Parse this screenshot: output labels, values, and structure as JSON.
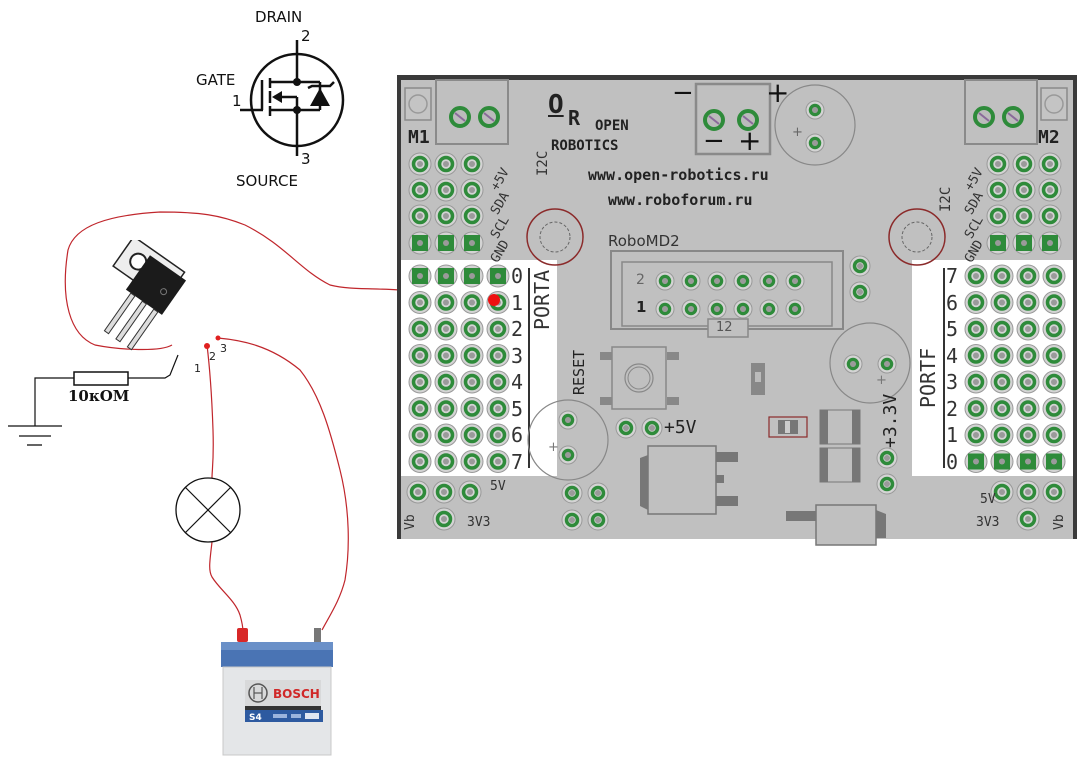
{
  "mosfet_symbol": {
    "drain_label": "DRAIN",
    "drain_pin": "2",
    "gate_label": "GATE",
    "gate_pin": "1",
    "source_label": "SOURCE",
    "source_pin": "3"
  },
  "transistor": {
    "pin1": "1",
    "pin2": "2",
    "pin3": "3"
  },
  "resistor": {
    "label": "10кОМ"
  },
  "battery": {
    "brand": "BOSCH",
    "model": "S4"
  },
  "board": {
    "name": "RoboMD2",
    "logo_letters": [
      "O",
      "R"
    ],
    "logo_text_line1": "OPEN",
    "logo_text_line2": "ROBOTICS",
    "url1": "www.open-robotics.ru",
    "url2": "www.roboforum.ru",
    "m1_label": "M1",
    "m2_label": "M2",
    "power_minus": "−",
    "power_plus": "+",
    "i2c_label": "I2C",
    "i2c_pins": [
      "+5V",
      "SDA",
      "SCL",
      "GND"
    ],
    "porta_label": "PORTA",
    "porta_pins": [
      "0",
      "1",
      "2",
      "3",
      "4",
      "5",
      "6",
      "7"
    ],
    "portf_label": "PORTF",
    "portf_pins": [
      "7",
      "6",
      "5",
      "4",
      "3",
      "2",
      "1",
      "0"
    ],
    "header_row2": "2",
    "header_row1": "1",
    "header_count": "12",
    "reset_label": "RESET",
    "plus5v_label": "+5V",
    "plus33v_label": "+3.3V",
    "vb_label": "Vb",
    "v5_label": "5V",
    "v3v3_label": "3V3",
    "cap_plus": "+"
  },
  "colors": {
    "wire": "#c0262c",
    "board_bg": "#c0c0c0",
    "pad_green": "#2e8b3a",
    "pad_gray": "#9a9a9a",
    "board_border": "#3a3a3a"
  }
}
